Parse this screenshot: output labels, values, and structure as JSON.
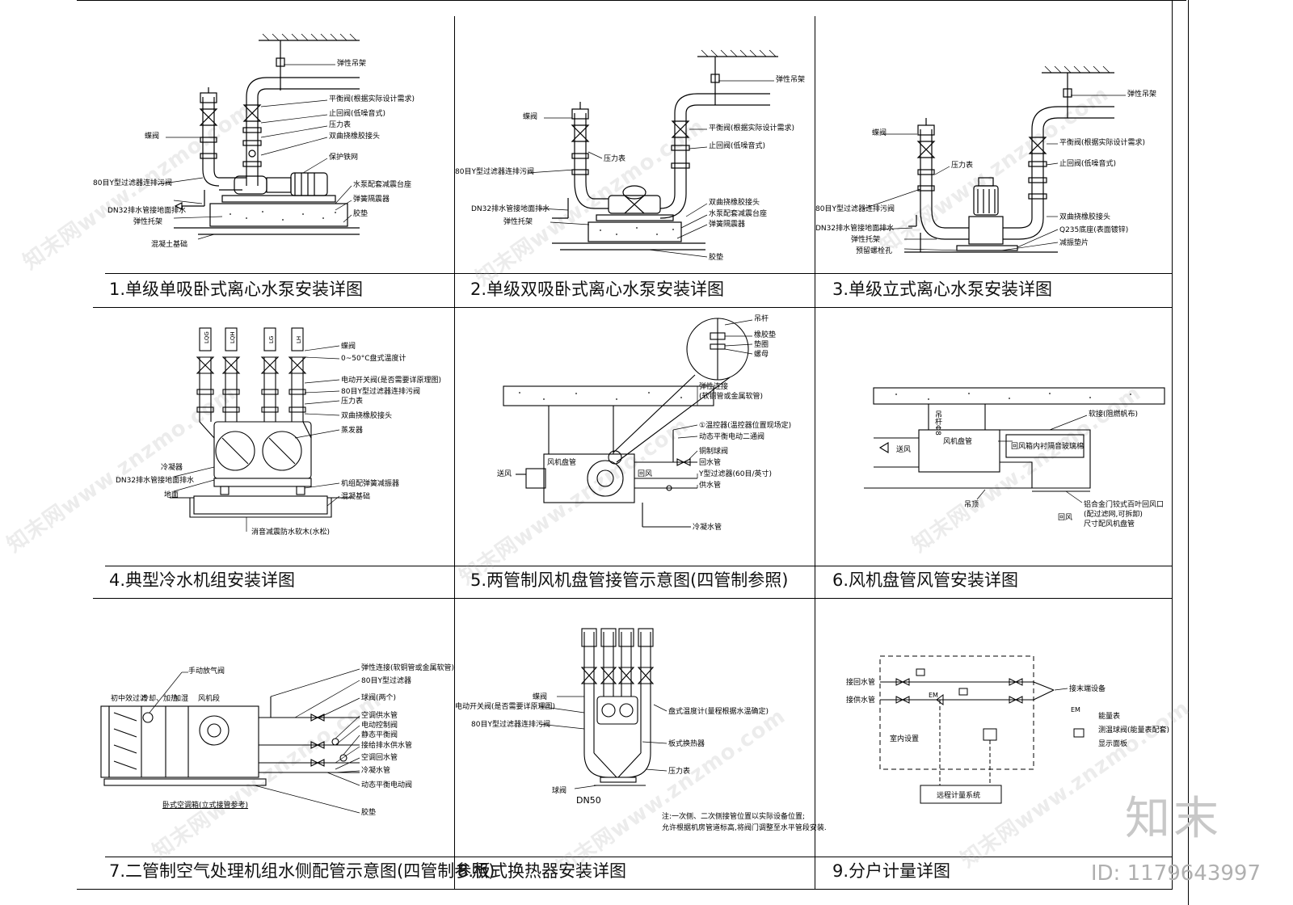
{
  "titles": {
    "p1": "1.单级单吸卧式离心水泵安装详图",
    "p2": "2.单级双吸卧式离心水泵安装详图",
    "p3": "3.单级立式离心水泵安装详图",
    "p4": "4.典型冷水机组安装详图",
    "p5": "5.两管制风机盘管接管示意图(四管制参照)",
    "p6": "6.风机盘管风管安装详图",
    "p7": "7.二管制空气处理机组水侧配管示意图(四管制参照)",
    "p8": "8.板式换热器安装详图",
    "p9": "9.分户计量详图"
  },
  "p1": {
    "l1": "弹性吊架",
    "l2": "平衡阀(根据实际设计需求)",
    "l3": "止回阀(低噪音式)",
    "l4": "压力表",
    "l5": "双曲挠橡胶接头",
    "l6": "保护铁网",
    "l7": "水泵配套减震台座",
    "l8": "弹簧隔震器",
    "l9": "胶垫",
    "l10": "蝶阀",
    "l11": "80目Y型过滤器连排污阀",
    "l12": "DN32排水管接地面排水",
    "l13": "弹性托架",
    "l14": "混凝土基础"
  },
  "p2": {
    "l1": "弹性吊架",
    "l2": "平衡阀(根据实际设计需求)",
    "l3": "止回阀(低噪音式)",
    "l4": "蝶阀",
    "l5": "压力表",
    "l6": "80目Y型过滤器连排污阀",
    "l7": "DN32排水管接地面排水",
    "l8": "弹性托架",
    "l9": "双曲挠橡胶接头",
    "l10": "水泵配套减震台座",
    "l11": "弹簧隔震器",
    "l12": "胶垫"
  },
  "p3": {
    "l1": "弹性吊架",
    "l2": "蝶阀",
    "l3": "平衡阀(根据实际设计需求)",
    "l4": "压力表",
    "l5": "止回阀(低噪音式)",
    "l6": "80目Y型过滤器连排污阀",
    "l7": "DN32排水管接地面排水",
    "l8": "双曲挠橡胶接头",
    "l9": "弹性托架",
    "l10": "Q235底座(表面镀锌)",
    "l11": "预留螺栓孔",
    "l12": "减振垫片"
  },
  "p4": {
    "tags": [
      "LQG",
      "LQH",
      "LG",
      "LH"
    ],
    "l1": "蝶阀",
    "l2": "0~50°C盘式温度计",
    "l3": "电动开关阀(是否需要详原理图)",
    "l4": "80目Y型过滤器连排污阀",
    "l5": "压力表",
    "l6": "双曲挠橡胶接头",
    "l7": "蒸发器",
    "l8": "冷凝器",
    "l9": "DN32排水管接地面排水",
    "l10": "机组配弹簧减振器",
    "l11": "混凝基础",
    "l12": "地面",
    "l13": "消音减震防水软木(水松)"
  },
  "p5": {
    "l1": "吊杆",
    "l2": "橡胶垫",
    "l3": "垫圈",
    "l4": "螺母",
    "l5": "弹性连接",
    "l6": "(软铜管或金属软管)",
    "l7": "①温控器(温控器位置现场定)",
    "l8": "动态平衡电动二通阀",
    "l9": "铜制球阀",
    "l10": "回水管",
    "l11": "Y型过滤器(60目/英寸)",
    "l12": "供水管",
    "l13": "冷凝水管",
    "l14": "风机盘管",
    "l15": "送风",
    "l16": "回风"
  },
  "p6": {
    "l1": "吊杆Φ8",
    "l2": "送风",
    "l3": "风机盘管",
    "l4": "回风箱内衬隔音玻璃棉",
    "l5": "软接(阻燃帆布)",
    "l6": "吊顶",
    "l7": "铝合金门铰式百叶回风口",
    "l8": "(配过滤网,可拆卸)",
    "l9": "尺寸配风机盘管",
    "l10": "回风"
  },
  "p7": {
    "l1": "手动放气阀",
    "l2": "初中效过滤",
    "l3": "冷却、加热",
    "l4": "加湿",
    "l5": "风机段",
    "l6": "弹性连接(软铜管或金属软管)",
    "l7": "80目Y型过滤器",
    "l8": "球阀(两个)",
    "l9": "空调供水管",
    "l10": "电动控制阀",
    "l11": "静态平衡阀",
    "l12": "接给排水供水管",
    "l13": "空调回水管",
    "l14": "冷凝水管",
    "l15": "动态平衡电动阀",
    "l16": "胶垫",
    "l17": "卧式空调箱(立式接管参考)"
  },
  "p8": {
    "l1": "蝶阀",
    "l2": "电动开关阀(是否需要详原理图)",
    "l3": "80目Y型过滤器连排污阀",
    "l4": "盘式温度计(量程根据水温确定)",
    "l5": "板式换热器",
    "l6": "压力表",
    "l7": "球阀",
    "l8": "DN50",
    "note1": "注:一次侧、二次侧接管位置以实际设备位置;",
    "note2": "允许根据机房管道标高,将阀门调整至水平管段安装."
  },
  "p9": {
    "l1": "接回水管",
    "l2": "接供水管",
    "l3": "接末端设备",
    "l4": "室内设置",
    "l5": "远程计量系统",
    "lg1": "能量表",
    "lg2": "测温球阀(能量表配套)",
    "lg3": "显示面板",
    "em": "EM"
  },
  "watermark": "知末网www.znzmo.com",
  "brand": "知末",
  "id_text": "ID: 1179643997"
}
